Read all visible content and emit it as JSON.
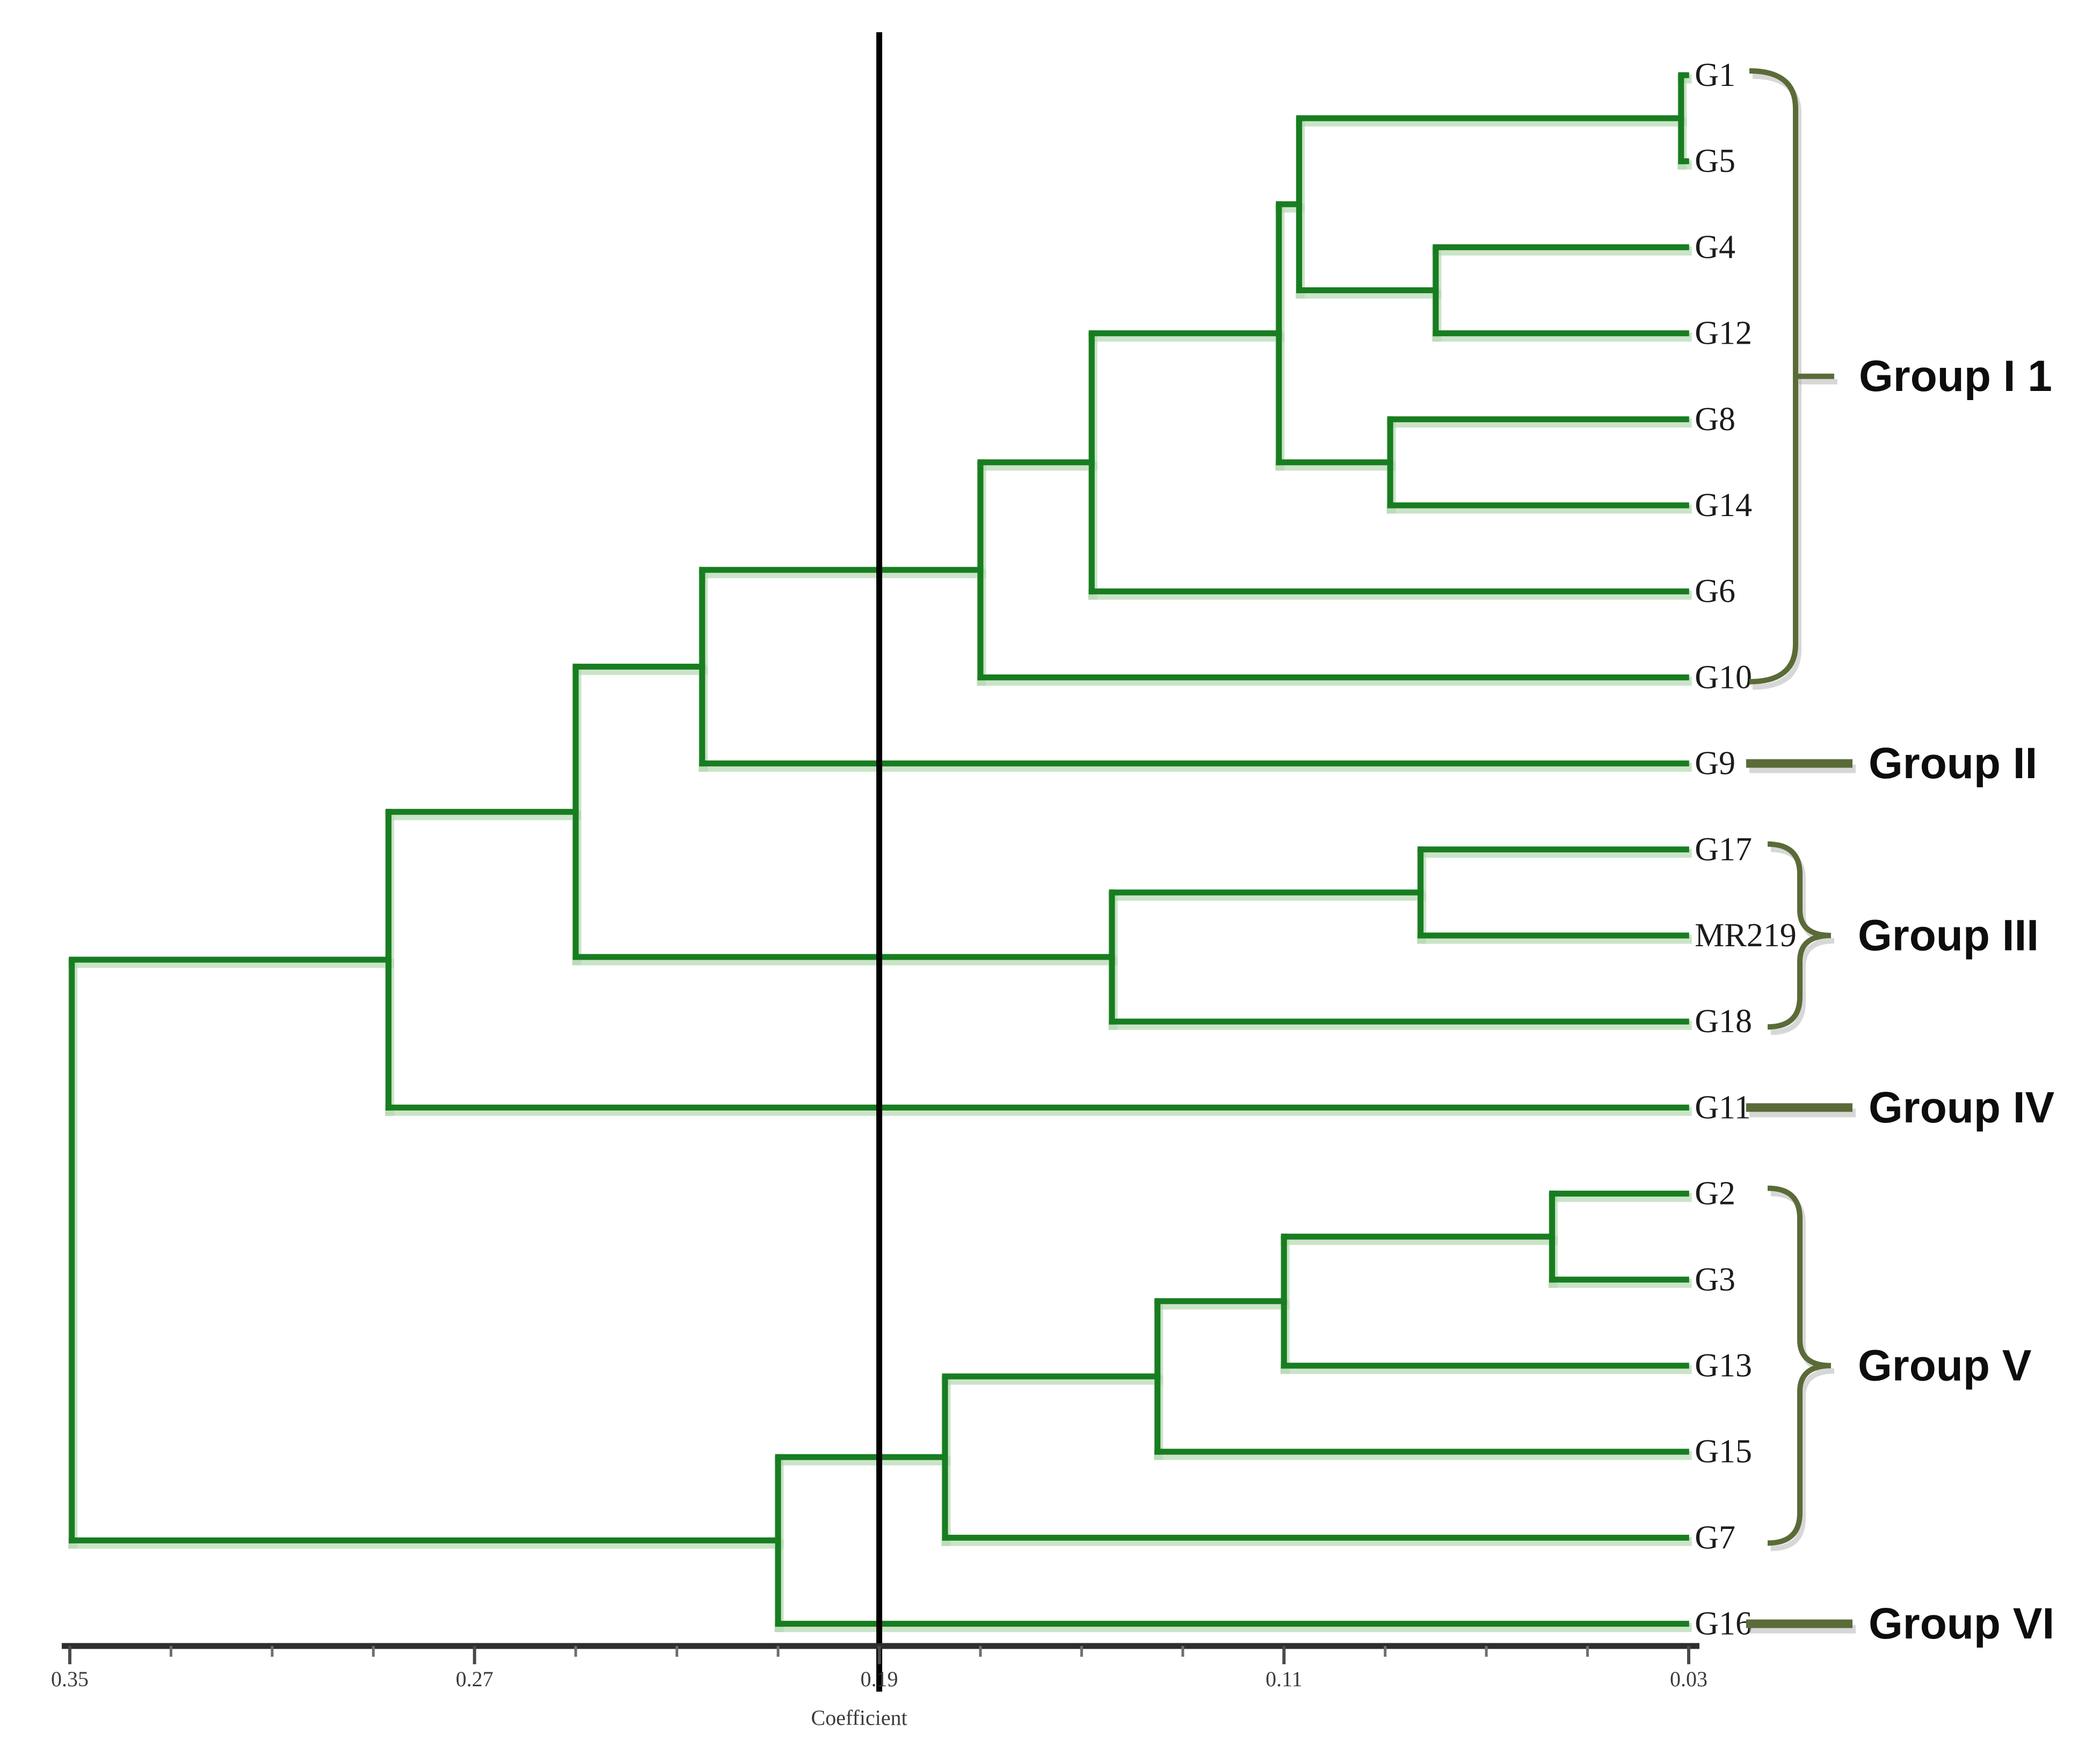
{
  "chart_data": {
    "type": "dendrogram",
    "description": "UPGMA cluster dendrogram of 19 rice genotypes based on dissimilarity coefficient, cut at 0.19 into six groups",
    "x_axis": {
      "label": "Coefficient",
      "major_tick_values": [
        0.35,
        0.27,
        0.19,
        0.11,
        0.03
      ],
      "major_tick_labels": [
        "0.35",
        "0.27",
        "0.19",
        "0.11",
        "0.03"
      ],
      "minor_tick_step": 0.02,
      "range": [
        0.35,
        0.03
      ],
      "direction": "decreasing-to-right"
    },
    "cutoff_coefficient": 0.19,
    "leaves": [
      "G1",
      "G5",
      "G4",
      "G12",
      "G8",
      "G14",
      "G6",
      "G10",
      "G9",
      "G17",
      "MR219",
      "G18",
      "G11",
      "G2",
      "G3",
      "G13",
      "G15",
      "G7",
      "G16"
    ],
    "tree": {
      "c": 0.3496,
      "children": [
        {
          "c": 0.287,
          "children": [
            {
              "c": 0.25,
              "children": [
                {
                  "c": 0.225,
                  "children": [
                    {
                      "c": 0.17,
                      "children": [
                        {
                          "c": 0.148,
                          "children": [
                            {
                              "c": 0.111,
                              "children": [
                                {
                                  "c": 0.107,
                                  "children": [
                                    {
                                      "c": 0.0315,
                                      "children": [
                                        {
                                          "leaf": "G1"
                                        },
                                        {
                                          "leaf": "G5"
                                        }
                                      ]
                                    },
                                    {
                                      "c": 0.08,
                                      "children": [
                                        {
                                          "leaf": "G4"
                                        },
                                        {
                                          "leaf": "G12"
                                        }
                                      ]
                                    }
                                  ]
                                },
                                {
                                  "c": 0.089,
                                  "children": [
                                    {
                                      "leaf": "G8"
                                    },
                                    {
                                      "leaf": "G14"
                                    }
                                  ]
                                }
                              ]
                            },
                            {
                              "leaf": "G6"
                            }
                          ]
                        },
                        {
                          "leaf": "G10"
                        }
                      ]
                    },
                    {
                      "leaf": "G9"
                    }
                  ]
                },
                {
                  "c": 0.144,
                  "children": [
                    {
                      "c": 0.083,
                      "children": [
                        {
                          "leaf": "G17"
                        },
                        {
                          "leaf": "MR219"
                        }
                      ]
                    },
                    {
                      "leaf": "G18"
                    }
                  ]
                }
              ]
            },
            {
              "leaf": "G11"
            }
          ]
        },
        {
          "c": 0.21,
          "children": [
            {
              "c": 0.177,
              "children": [
                {
                  "c": 0.135,
                  "children": [
                    {
                      "c": 0.11,
                      "children": [
                        {
                          "c": 0.057,
                          "children": [
                            {
                              "leaf": "G2"
                            },
                            {
                              "leaf": "G3"
                            }
                          ]
                        },
                        {
                          "leaf": "G13"
                        }
                      ]
                    },
                    {
                      "leaf": "G15"
                    }
                  ]
                },
                {
                  "leaf": "G7"
                }
              ]
            },
            {
              "leaf": "G16"
            }
          ]
        }
      ]
    },
    "groups": [
      {
        "name": "Group I 1",
        "style": "bracket",
        "from": "G1",
        "to": "G10"
      },
      {
        "name": "Group II",
        "style": "dash",
        "at": "G9"
      },
      {
        "name": "Group III",
        "style": "brace",
        "from": "G17",
        "to": "G18"
      },
      {
        "name": "Group IV",
        "style": "dash",
        "at": "G11"
      },
      {
        "name": "Group V",
        "style": "brace",
        "from": "G2",
        "to": "G7"
      },
      {
        "name": "Group VI",
        "style": "dash",
        "at": "G16"
      }
    ],
    "colors": {
      "branch": "#187d20",
      "branch_halo": "#b5d9b2",
      "bracket": "#5a6b38",
      "bracket_shadow": "#b0b0b0",
      "cutoff_line": "#000000",
      "axis_line": "#2e2e2e",
      "tick": "#6f6f6f",
      "tick_label": "#3c3c3c",
      "leaf_label": "#1c1c1c",
      "group_label": "#0d0d0d"
    }
  }
}
